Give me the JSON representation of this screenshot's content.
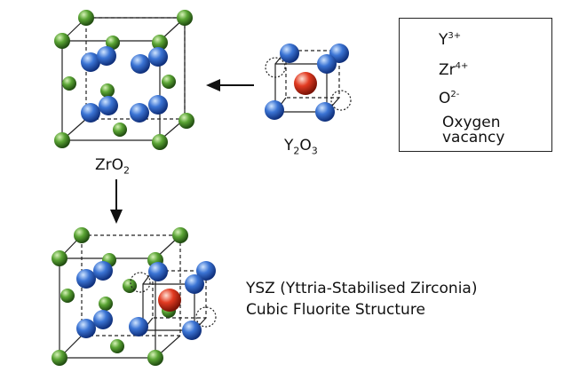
{
  "compounds": {
    "zro2": {
      "base": "ZrO",
      "sub": "2"
    },
    "y2o3": {
      "a": "Y",
      "a_sub": "2",
      "b": "O",
      "b_sub": "3"
    }
  },
  "ysz": {
    "line1": "YSZ (Yttria-Stabilised Zirconia)",
    "line2": "Cubic Fluorite Structure"
  },
  "legend": {
    "yttrium": {
      "symbol": "Y",
      "charge": "3+"
    },
    "zirconium": {
      "symbol": "Zr",
      "charge": "4+"
    },
    "oxygen": {
      "symbol": "O",
      "charge": "2-"
    },
    "vacancy": {
      "line1": "Oxygen",
      "line2": "vacancy"
    }
  },
  "colors": {
    "zirconium": "#4f9a2c",
    "oxygen": "#2f68c8",
    "yttrium": "#d8321c"
  }
}
